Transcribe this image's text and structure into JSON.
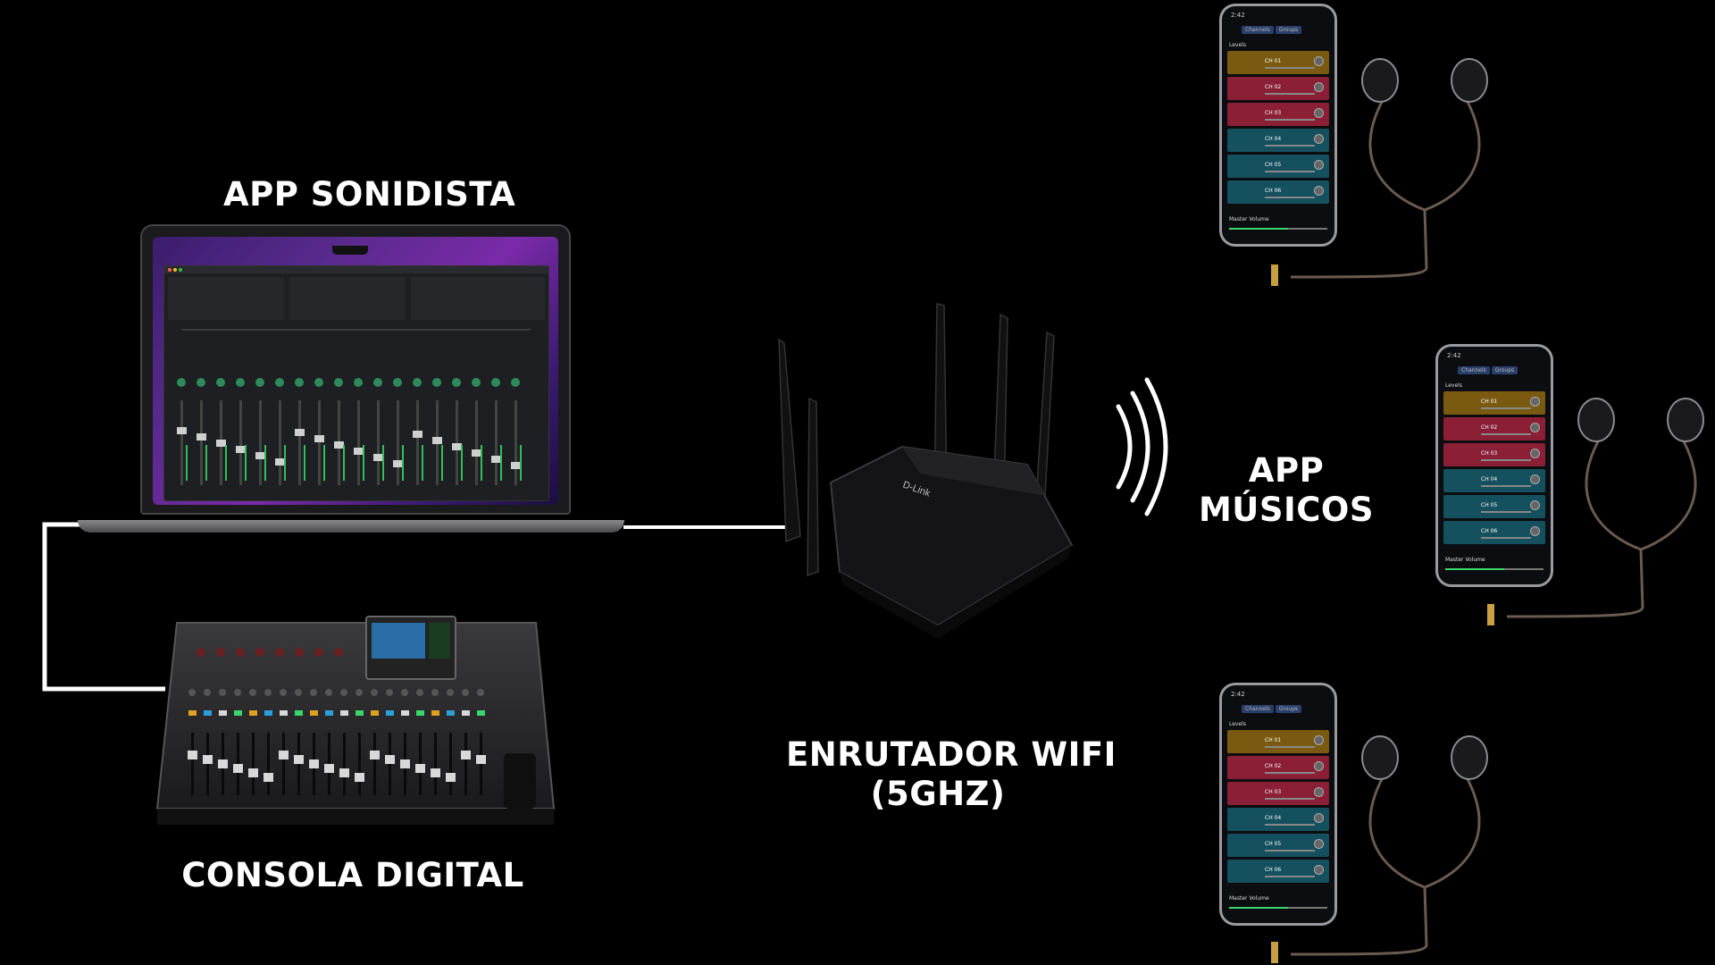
{
  "labels": {
    "app_sonidista": "APP SONIDISTA",
    "consola_digital": "CONSOLA DIGITAL",
    "app_musicos_line1": "APP",
    "app_musicos_line2": "MÚSICOS",
    "enrutador_line1": "ENRUTADOR WIFI",
    "enrutador_line2": "(5GHZ)"
  },
  "router_brand": "D-Link",
  "phone": {
    "time": "2:42",
    "tabs": [
      "Channels",
      "Groups"
    ],
    "levels_label": "Levels",
    "channels": [
      "CH 01",
      "CH 02",
      "CH 03",
      "CH 04",
      "CH 05",
      "CH 06"
    ],
    "master_label": "Master Volume"
  },
  "colors": {
    "background": "#000000",
    "text": "#ffffff",
    "line": "#ffffff",
    "channel_colors": [
      "#7a5a10",
      "#8a1f35",
      "#8a1f35",
      "#14505e",
      "#14505e",
      "#14505e"
    ]
  },
  "icons": {
    "wifi_waves": "wifi-signal-icon",
    "headphones": "in-ear-monitor-icon"
  }
}
